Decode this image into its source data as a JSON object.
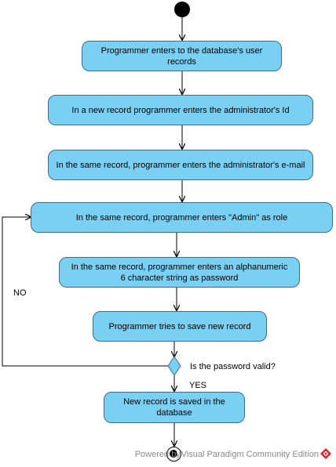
{
  "actions": {
    "enter_records": "Programmer enters to the database's user records",
    "enter_id": "In a new record programmer enters the administrator's Id",
    "enter_email": "In the same record, programmer enters the administrator's e-mail",
    "enter_role": "In the same record, programmer enters \"Admin\" as role",
    "enter_password": "In the same record, programmer enters an alphanumeric 6 character string as password",
    "try_save": "Programmer tries to save new record",
    "record_saved": "New record is saved in the database"
  },
  "decision": {
    "question": "Is the password valid?",
    "yes_label": "YES",
    "no_label": "NO"
  },
  "watermark": "Powered by Visual Paradigm Community Edition",
  "colors": {
    "action_fill": "#7ad0f3",
    "action_border": "#3a6e8a",
    "edge": "#000000"
  }
}
